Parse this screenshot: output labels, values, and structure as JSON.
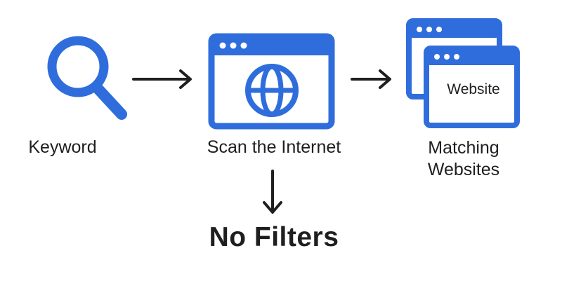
{
  "colors": {
    "accent": "#2f6ddc",
    "text": "#1f1f1f",
    "arrow": "#1f1f1f",
    "background": "#ffffff"
  },
  "nodes": {
    "keyword": {
      "label": "Keyword",
      "icon": "search-icon"
    },
    "scan": {
      "label": "Scan the Internet",
      "icon": "browser-globe-icon"
    },
    "matching": {
      "label_line1": "Matching",
      "label_line2": "Websites",
      "icon": "stacked-browser-windows-icon",
      "window_text": "Website"
    },
    "no_filters": {
      "label": "No Filters"
    }
  }
}
